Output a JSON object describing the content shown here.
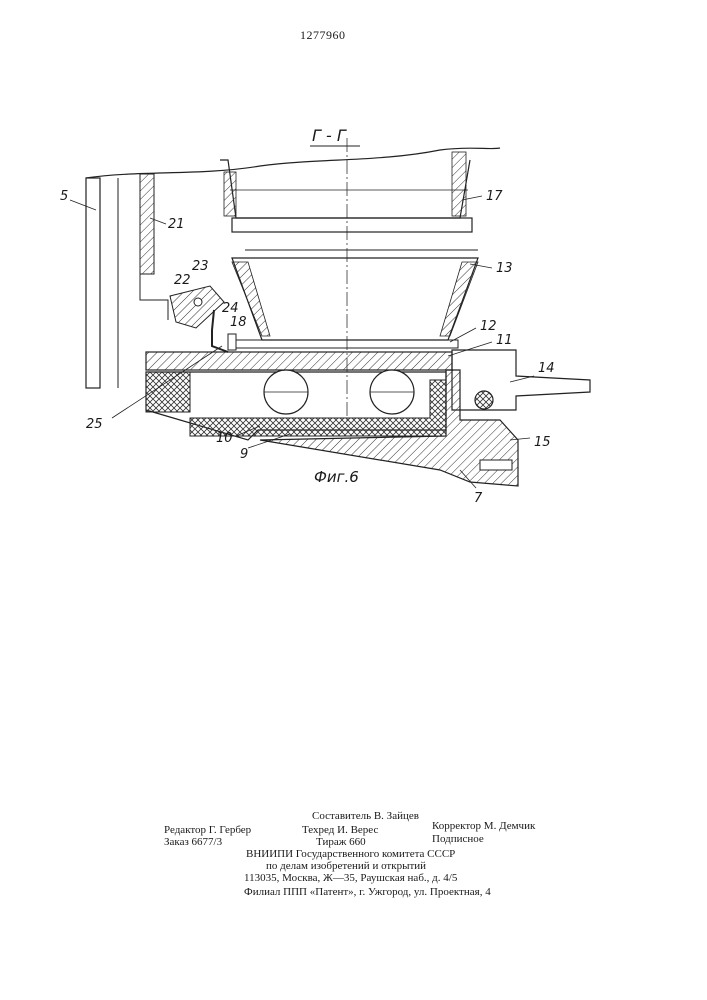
{
  "header": {
    "patent_number": "1277960"
  },
  "figure": {
    "section_label": "Г - Г",
    "caption": "Фиг.6",
    "callouts": [
      "5",
      "21",
      "23",
      "22",
      "24",
      "18",
      "17",
      "13",
      "12",
      "11",
      "14",
      "25",
      "10",
      "9",
      "15",
      "7"
    ]
  },
  "footer": {
    "compiler": "Составитель В. Зайцев",
    "editor": "Редактор Г. Гербер",
    "techred": "Техред И. Верес",
    "corrector": "Корректор М. Демчик",
    "order": "Заказ 6677/3",
    "circulation": "Тираж 660",
    "subscription": "Подписное",
    "org_line1": "ВНИИПИ Государственного комитета СССР",
    "org_line2": "по делам изобретений и открытий",
    "address": "113035, Москва, Ж—35, Раушская наб., д. 4/5",
    "branch": "Филиал ППП «Патент», г. Ужгород, ул. Проектная, 4"
  }
}
